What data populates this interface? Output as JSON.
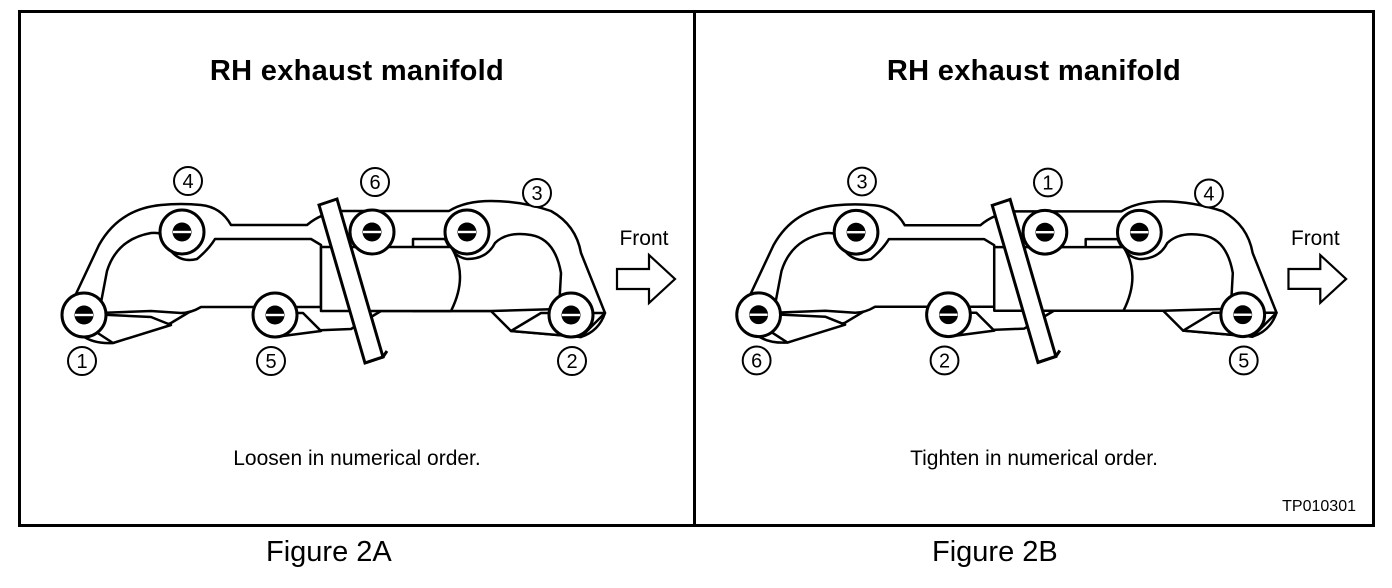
{
  "figures": [
    {
      "id": "a",
      "title": "RH exhaust manifold",
      "front_label": "Front",
      "instruction": "Loosen in numerical order.",
      "caption": "Figure 2A",
      "code": "",
      "bolt_numbers": [
        "1",
        "4",
        "5",
        "6",
        "3",
        "2"
      ]
    },
    {
      "id": "b",
      "title": "RH exhaust manifold",
      "front_label": "Front",
      "instruction": "Tighten in numerical order.",
      "caption": "Figure 2B",
      "code": "TP010301",
      "bolt_numbers": [
        "6",
        "3",
        "2",
        "1",
        "4",
        "5"
      ]
    }
  ]
}
